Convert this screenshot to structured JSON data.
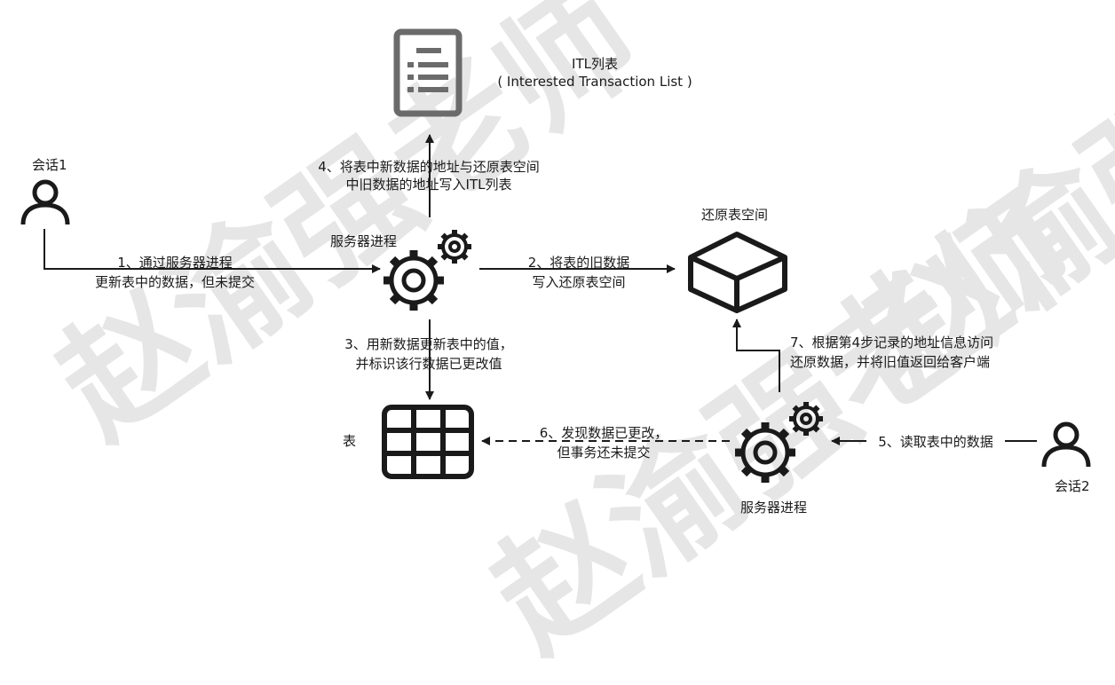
{
  "watermark": {
    "text": "赵渝强老师"
  },
  "itl": {
    "title": "ITL列表",
    "subtitle": "( Interested Transaction List )"
  },
  "session1": {
    "label": "会话1"
  },
  "session2": {
    "label": "会话2"
  },
  "server1": {
    "label": "服务器进程"
  },
  "server2": {
    "label": "服务器进程"
  },
  "undo": {
    "label": "还原表空间"
  },
  "table": {
    "label": "表"
  },
  "steps": {
    "s1_line1": "1、通过服务器进程",
    "s1_line2": "更新表中的数据，但未提交",
    "s2_line1": "2、将表的旧数据",
    "s2_line2": "写入还原表空间",
    "s3_line1": "3、用新数据更新表中的值，",
    "s3_line2": "并标识该行数据已更改值",
    "s4_line1": "4、将表中新数据的地址与还原表空间",
    "s4_line2": "中旧数据的地址写入ITL列表",
    "s5_line1": "5、读取表中的数据",
    "s6_line1": "6、发现数据已更改，",
    "s6_line2": "但事务还未提交",
    "s7_line1": "7、根据第4步记录的地址信息访问",
    "s7_line2": "还原数据，并将旧值返回给客户端"
  },
  "colors": {
    "line": "#1a1a1a",
    "itl_icon": "#6b6b6b",
    "watermark": "#e6e6e6"
  }
}
